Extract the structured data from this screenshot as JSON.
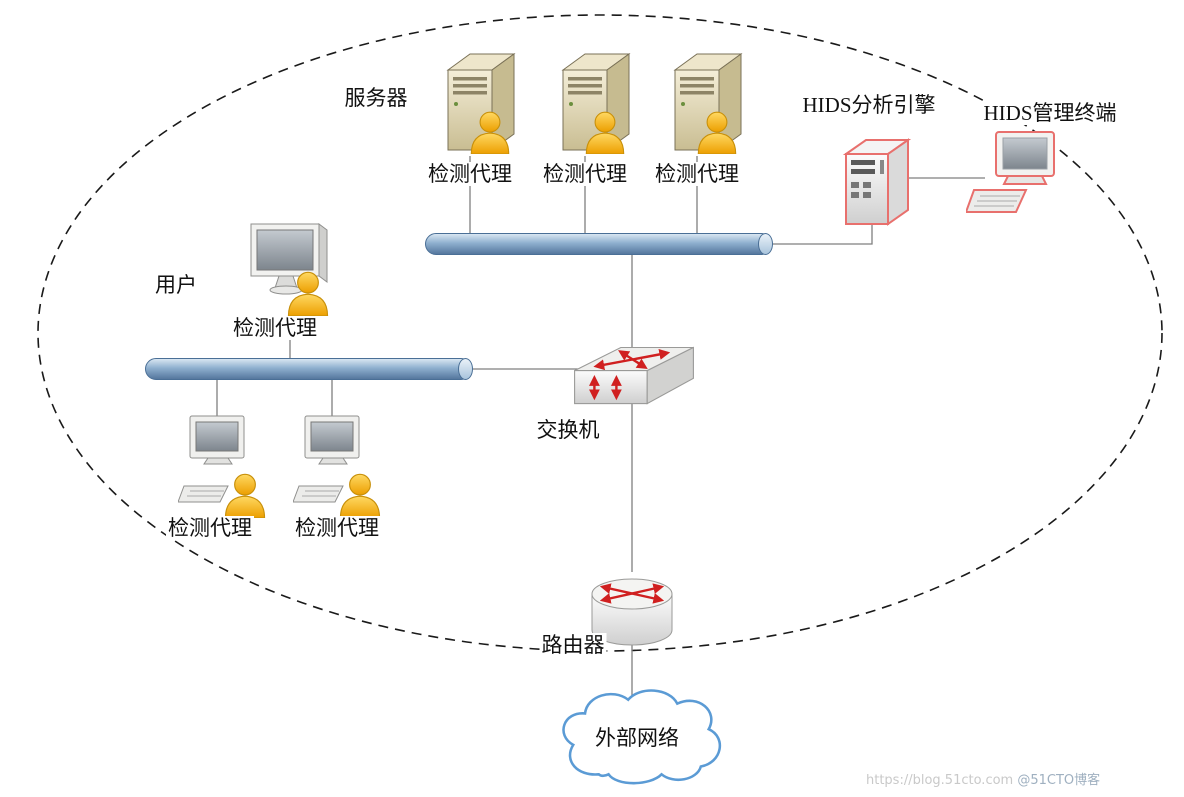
{
  "labels": {
    "server_group": "服务器",
    "server_agents": [
      "检测代理",
      "检测代理",
      "检测代理"
    ],
    "hids_engine": "HIDS分析引擎",
    "hids_terminal": "HIDS管理终端",
    "user": "用户",
    "user_agent": "检测代理",
    "pc_agents": [
      "检测代理",
      "检测代理"
    ],
    "switch": "交换机",
    "router": "路由器",
    "external_network": "外部网络"
  },
  "watermark": {
    "url": "https://blog.51cto.com",
    "handle": "@51CTO博客"
  },
  "colors": {
    "bus_light": "#d8e6f2",
    "bus_mid": "#8fb0cf",
    "bus_dark": "#55779e",
    "bus_border": "#4a6f96",
    "accent_red": "#d02020",
    "outline_red": "#e8706d",
    "person_yellow": "#f2ac00",
    "cloud_blue": "#5b9bd5",
    "line_gray": "#7f7f7f"
  }
}
